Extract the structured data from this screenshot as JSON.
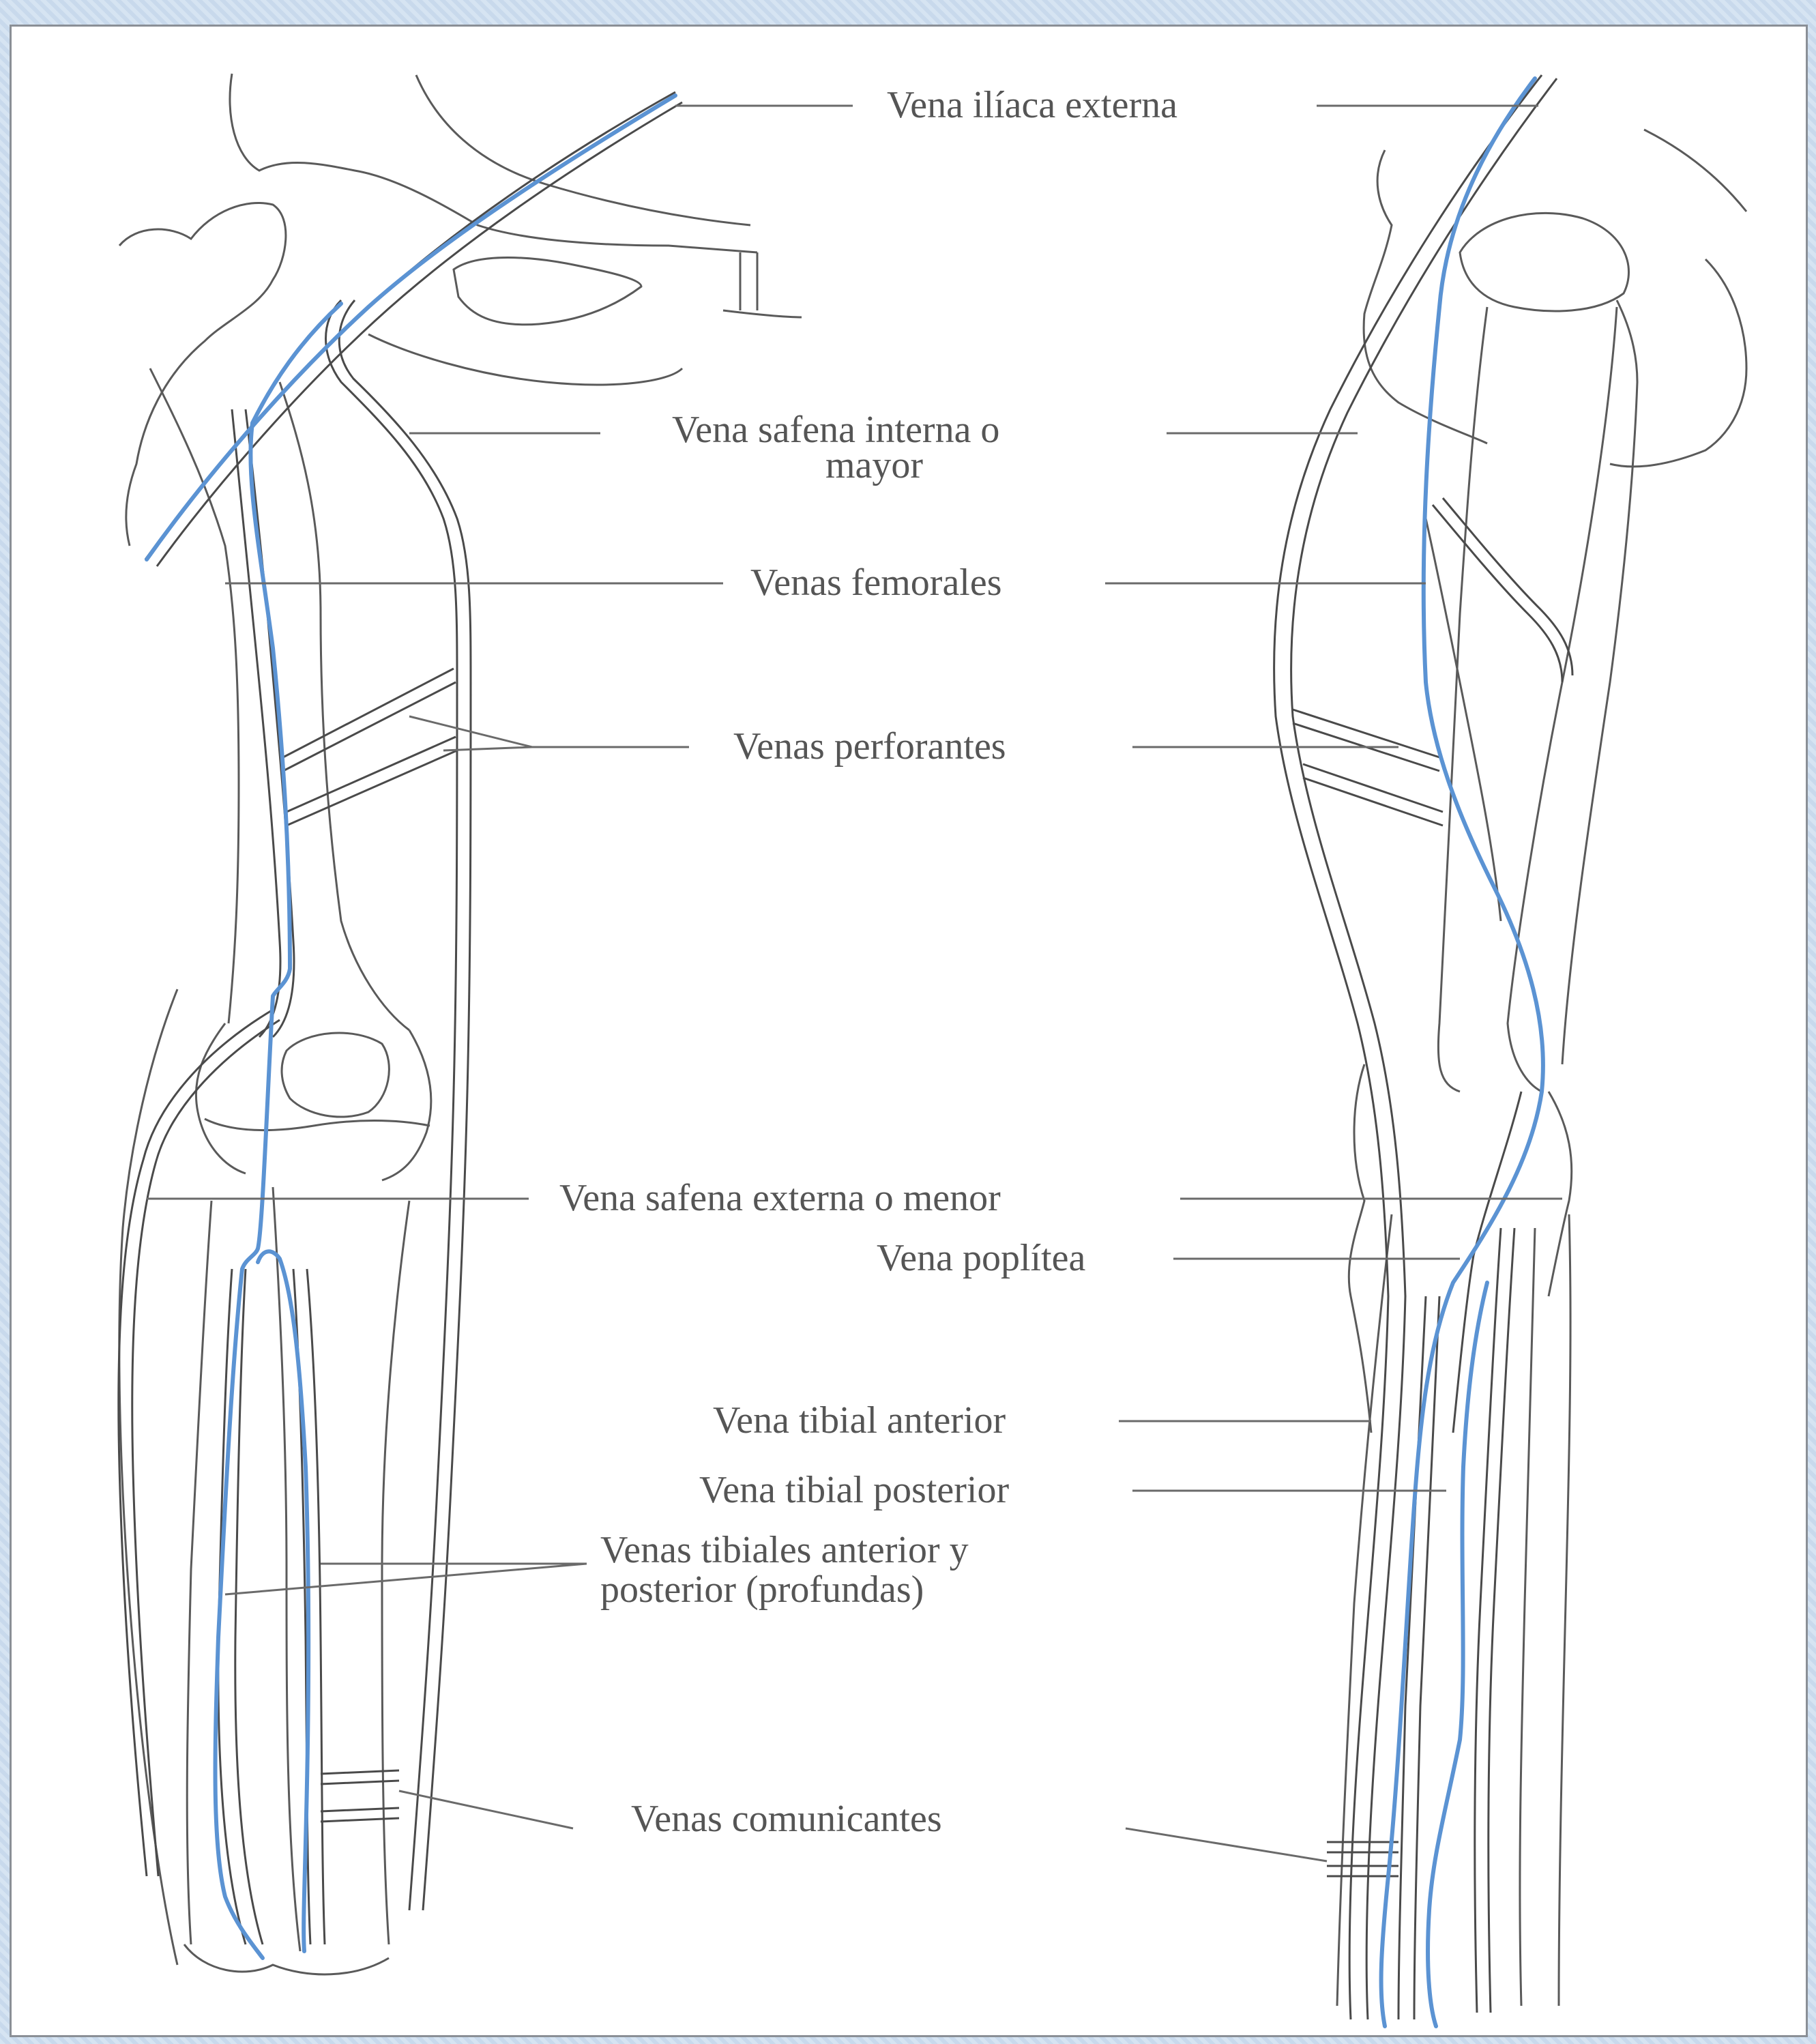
{
  "figure": {
    "labels": {
      "iliaca_externa": "Vena ilíaca externa",
      "safena_interna_1": "Vena safena interna o",
      "safena_interna_2": "mayor",
      "femorales": "Venas femorales",
      "perforantes": "Venas perforantes",
      "safena_externa": "Vena safena externa o menor",
      "poplitea": "Vena poplítea",
      "tibial_anterior": "Vena tibial anterior",
      "tibial_posterior": "Vena tibial posterior",
      "tibiales_1": "Venas tibiales anterior y",
      "tibiales_2": "posterior (profundas)",
      "comunicantes": "Venas comunicantes"
    },
    "colors": {
      "background_frame": "#cfe0f0",
      "paper": "#ffffff",
      "drawing": "#4a4a4a",
      "label_text": "#555555",
      "highlight_trace": "#5b93d3"
    }
  }
}
